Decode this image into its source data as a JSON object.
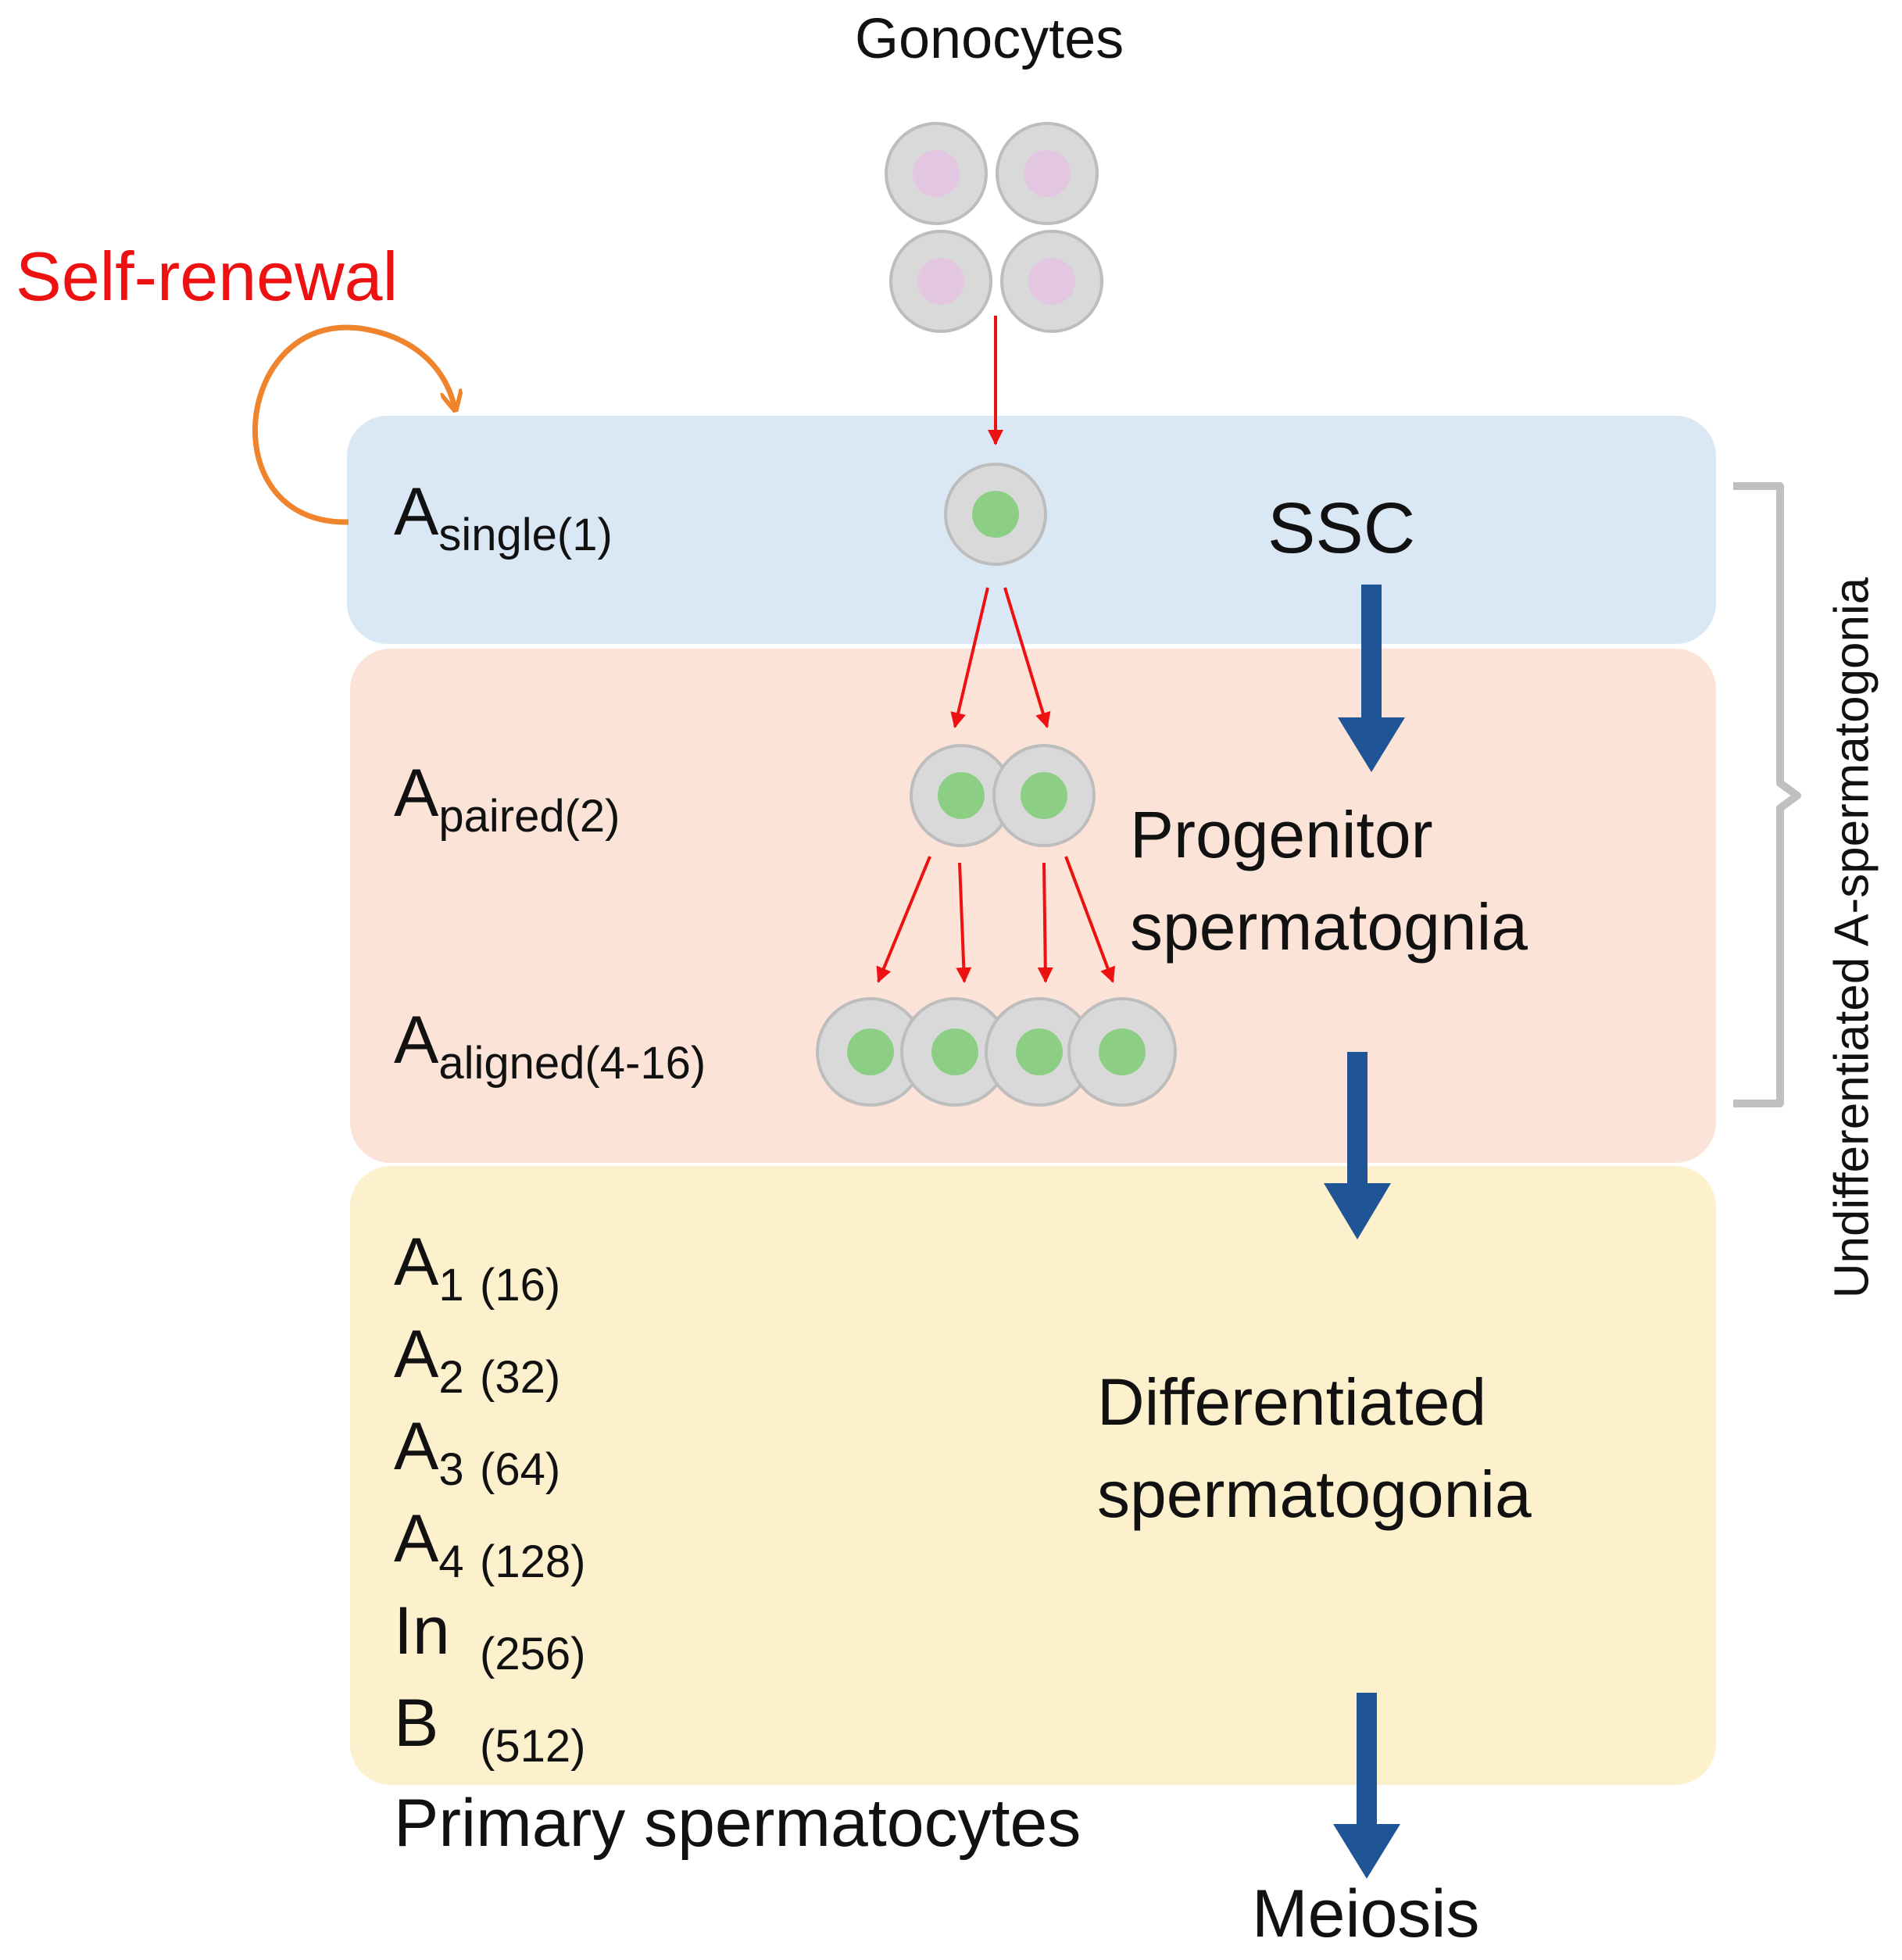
{
  "colors": {
    "ssc_band": "#dae8f5",
    "progenitor_band": "#fce3d7",
    "differentiated_band": "#fdf0cc",
    "cell_fill": "#d9d9d9",
    "cell_stroke": "#bdbdbd",
    "gonocyte_nucleus": "#e3c6e2",
    "spermatogonia_nucleus": "#8ccf84",
    "red_arrow": "#ee1111",
    "blue_arrow": "#1f5597",
    "self_renewal_loop": "#f0842c",
    "bracket": "#c0c0c0"
  },
  "header": {
    "gonocytes": "Gonocytes"
  },
  "self_renewal": {
    "label": "Self-renewal"
  },
  "ssc_band": {
    "stage": {
      "letter": "A",
      "sub": "single(1)"
    },
    "label": "SSC"
  },
  "progenitor_band": {
    "paired": {
      "letter": "A",
      "sub": "paired(2)"
    },
    "aligned": {
      "letter": "A",
      "sub": "aligned(4-16)"
    },
    "label_line1": "Progenitor",
    "label_line2": "spermatognia"
  },
  "differentiated_band": {
    "generations": [
      {
        "letter": "A",
        "sub": "1",
        "count": "(16)"
      },
      {
        "letter": "A",
        "sub": "2",
        "count": "(32)"
      },
      {
        "letter": "A",
        "sub": "3",
        "count": "(64)"
      },
      {
        "letter": "A",
        "sub": "4",
        "count": "(128)"
      },
      {
        "letter": "In",
        "sub": "",
        "count": "(256)"
      },
      {
        "letter": "B",
        "sub": "",
        "count": "(512)"
      }
    ],
    "label_line1": "Differentiated",
    "label_line2": "spermatogonia"
  },
  "footer": {
    "primary": "Primary spermatocytes",
    "meiosis": "Meiosis"
  },
  "side_label": "Undifferentiated A-spermatogonia"
}
